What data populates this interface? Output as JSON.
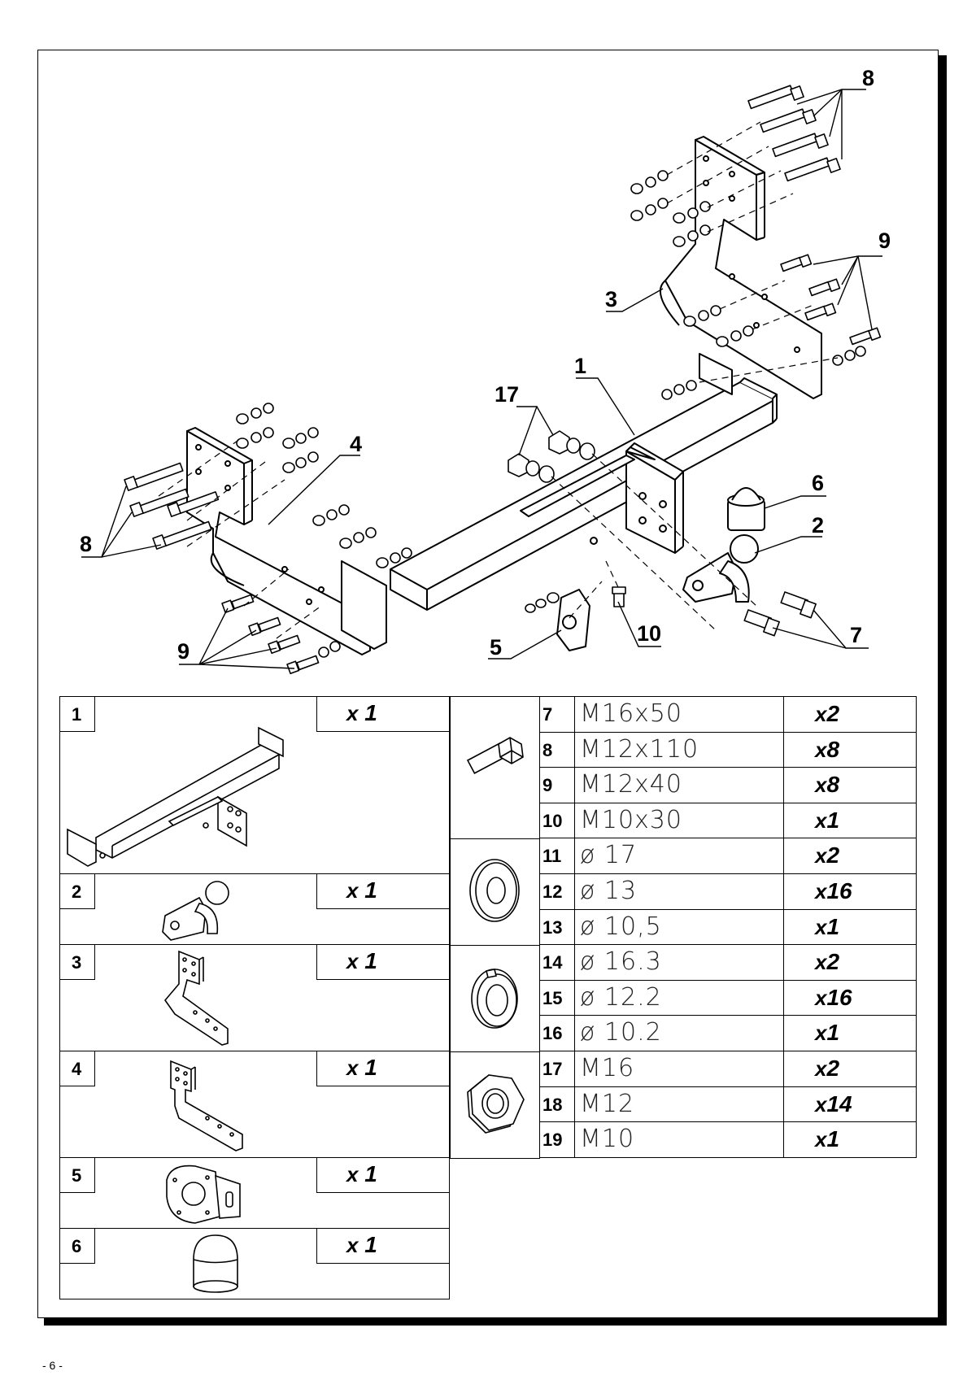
{
  "page": {
    "number": "- 6 -"
  },
  "callouts": {
    "c1": "1",
    "c2": "2",
    "c3": "3",
    "c4": "4",
    "c5": "5",
    "c6": "6",
    "c7": "7",
    "c8a": "8",
    "c8b": "8",
    "c9a": "9",
    "c9b": "9",
    "c10": "10",
    "c17": "17"
  },
  "parts": [
    {
      "num": "1",
      "qty_prefix": "x",
      "qty": "1",
      "icon": "hitch-crossbar-icon"
    },
    {
      "num": "2",
      "qty_prefix": "x",
      "qty": "1",
      "icon": "tow-ball-icon"
    },
    {
      "num": "3",
      "qty_prefix": "x",
      "qty": "1",
      "icon": "right-bracket-icon"
    },
    {
      "num": "4",
      "qty_prefix": "x",
      "qty": "1",
      "icon": "left-bracket-icon"
    },
    {
      "num": "5",
      "qty_prefix": "x",
      "qty": "1",
      "icon": "socket-plate-icon"
    },
    {
      "num": "6",
      "qty_prefix": "x",
      "qty": "1",
      "icon": "ball-cover-icon"
    }
  ],
  "hardware": [
    {
      "num": "7",
      "spec": "M16x50",
      "qty_prefix": "x",
      "qty": "2"
    },
    {
      "num": "8",
      "spec": "M12x110",
      "qty_prefix": "x",
      "qty": "8"
    },
    {
      "num": "9",
      "spec": "M12x40",
      "qty_prefix": "x",
      "qty": "8"
    },
    {
      "num": "10",
      "spec": "M10x30",
      "qty_prefix": "x",
      "qty": "1"
    },
    {
      "num": "11",
      "spec": "ø 17",
      "qty_prefix": "x",
      "qty": "2"
    },
    {
      "num": "12",
      "spec": "ø 13",
      "qty_prefix": "x",
      "qty": "16"
    },
    {
      "num": "13",
      "spec": "ø 10,5",
      "qty_prefix": "x",
      "qty": "1"
    },
    {
      "num": "14",
      "spec": "ø 16.3",
      "qty_prefix": "x",
      "qty": "2"
    },
    {
      "num": "15",
      "spec": "ø 12.2",
      "qty_prefix": "x",
      "qty": "16"
    },
    {
      "num": "16",
      "spec": "ø 10.2",
      "qty_prefix": "x",
      "qty": "1"
    },
    {
      "num": "17",
      "spec": "M16",
      "qty_prefix": "x",
      "qty": "2"
    },
    {
      "num": "18",
      "spec": "M12",
      "qty_prefix": "x",
      "qty": "14"
    },
    {
      "num": "19",
      "spec": "M10",
      "qty_prefix": "x",
      "qty": "1"
    }
  ],
  "hardware_groups": [
    {
      "icon": "bolt-icon"
    },
    {
      "icon": "flat-washer-icon"
    },
    {
      "icon": "spring-washer-icon"
    },
    {
      "icon": "hex-nut-icon"
    }
  ]
}
